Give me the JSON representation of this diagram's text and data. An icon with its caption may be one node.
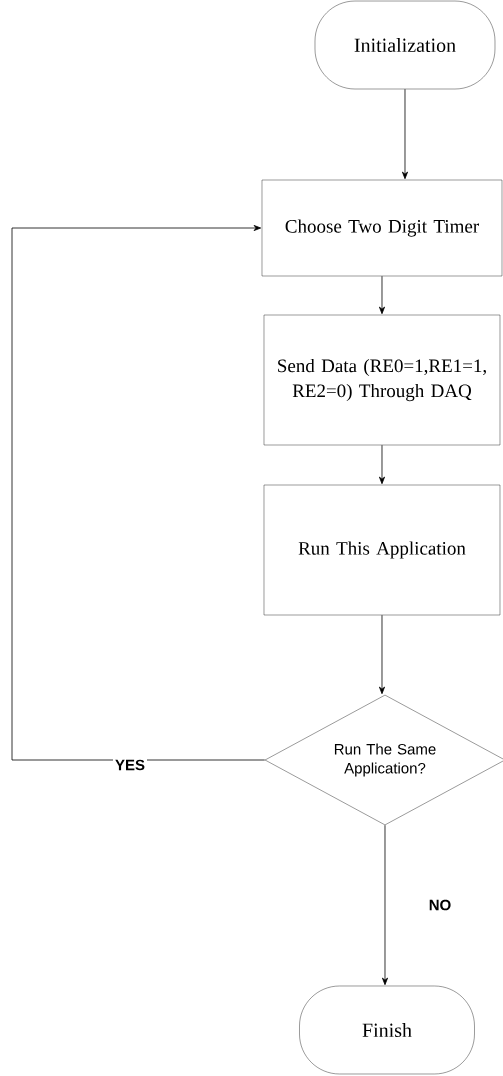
{
  "diagram": {
    "nodes": [
      {
        "text": [
          "Initialization"
        ]
      },
      {
        "text": [
          "Choose Two Digit Timer"
        ]
      },
      {
        "text": [
          "Send Data (RE0=1,RE1=1, RE2=0) Through DAQ"
        ]
      },
      {
        "text": [
          "Run This Application"
        ]
      },
      {
        "text": [
          "Run The Same Application?"
        ]
      },
      {
        "text": [
          "Finish"
        ]
      }
    ],
    "edges": [
      {
        "from": 0,
        "to": 1,
        "arrow": "to"
      },
      {
        "from": 1,
        "to": 2,
        "arrow": "to"
      },
      {
        "from": 2,
        "to": 3,
        "arrow": "to"
      },
      {
        "from": 3,
        "to": 4,
        "arrow": "to"
      },
      {
        "from": 4,
        "to": 1,
        "arrow": "to",
        "label": "YES"
      },
      {
        "from": 4,
        "to": 5,
        "arrow": "to",
        "label": "NO"
      }
    ]
  }
}
